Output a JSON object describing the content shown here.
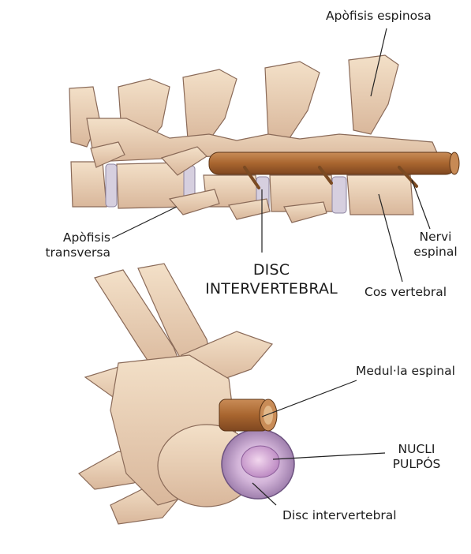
{
  "labels": {
    "apofisis_espinosa": "Apòfisis espinosa",
    "apofisis_transversa_1": "Apòfisis",
    "apofisis_transversa_2": "transversa",
    "disc_intervertebral_1": "DISC",
    "disc_intervertebral_2": "INTERVERTEBRAL",
    "cos_vertebral": "Cos vertebral",
    "nervi_espinal_1": "Nervi",
    "nervi_espinal_2": "espinal",
    "medul_la_espinal": "Medul·la espinal",
    "nucli_pulpos_1": "NUCLI",
    "nucli_pulpos_2": "PULPÓS",
    "disc_intervertebral_lower": "Disc intervertebral"
  },
  "colors": {
    "bone": "#ecd3b6",
    "bone_shadow": "#c9a48a",
    "bone_outline": "#8a6a58",
    "disc": "#cfc9d8",
    "spinal_cord": "#b5763f",
    "nucleus": "#c9a3cf",
    "disc_ring": "#a585b3",
    "leader_line": "#222222"
  }
}
